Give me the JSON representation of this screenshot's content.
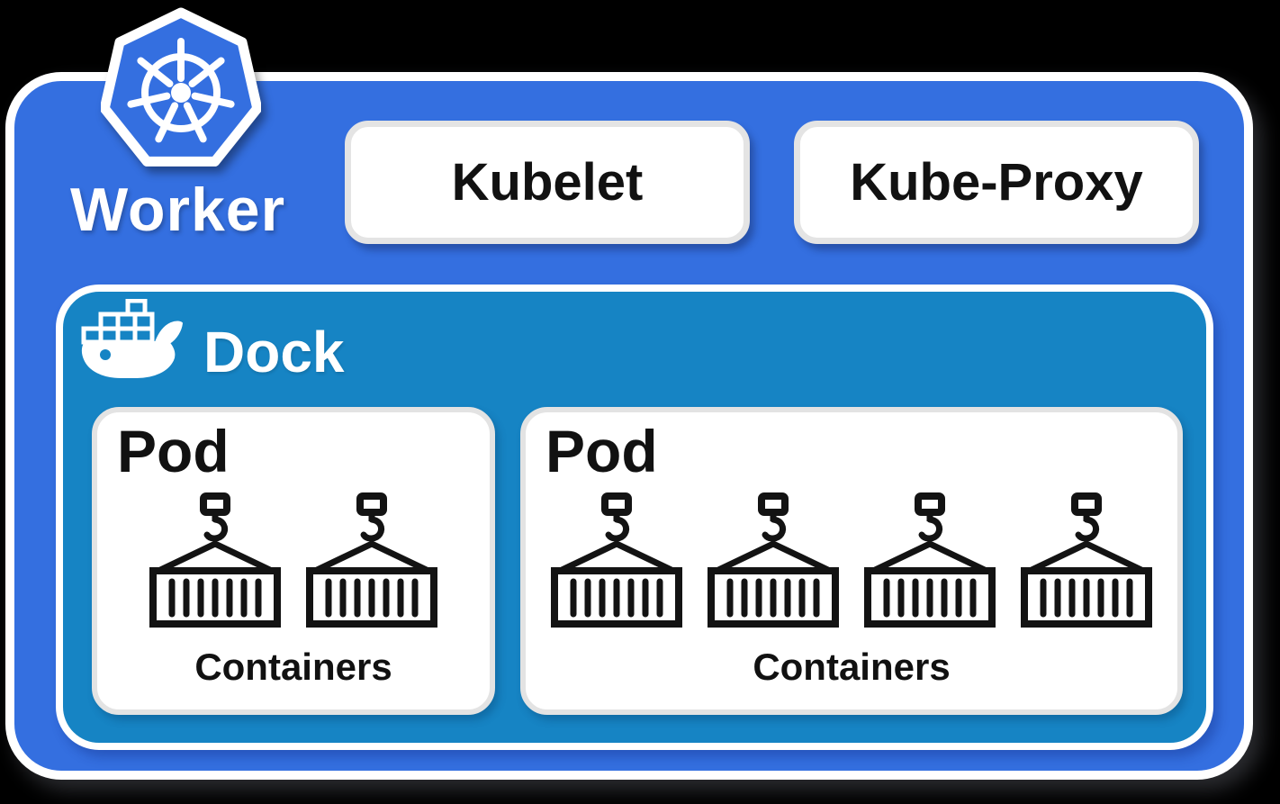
{
  "colors": {
    "background": "#000000",
    "worker_box": "#346FE0",
    "docker_box": "#1684C4",
    "card_fill": "#FFFFFF",
    "card_border": "#E4E4E4",
    "text_dark": "#111111",
    "text_light": "#FFFFFF"
  },
  "worker": {
    "label": "Worker",
    "icon": "kubernetes-icon",
    "components": [
      {
        "label": "Kubelet"
      },
      {
        "label": "Kube-Proxy"
      }
    ],
    "docker": {
      "label": "Dock",
      "icon": "docker-icon",
      "pods": [
        {
          "label": "Pod",
          "containers_label": "Containers",
          "container_count": 2,
          "container_icon": "container-icon"
        },
        {
          "label": "Pod",
          "containers_label": "Containers",
          "container_count": 4,
          "container_icon": "container-icon"
        }
      ]
    }
  }
}
